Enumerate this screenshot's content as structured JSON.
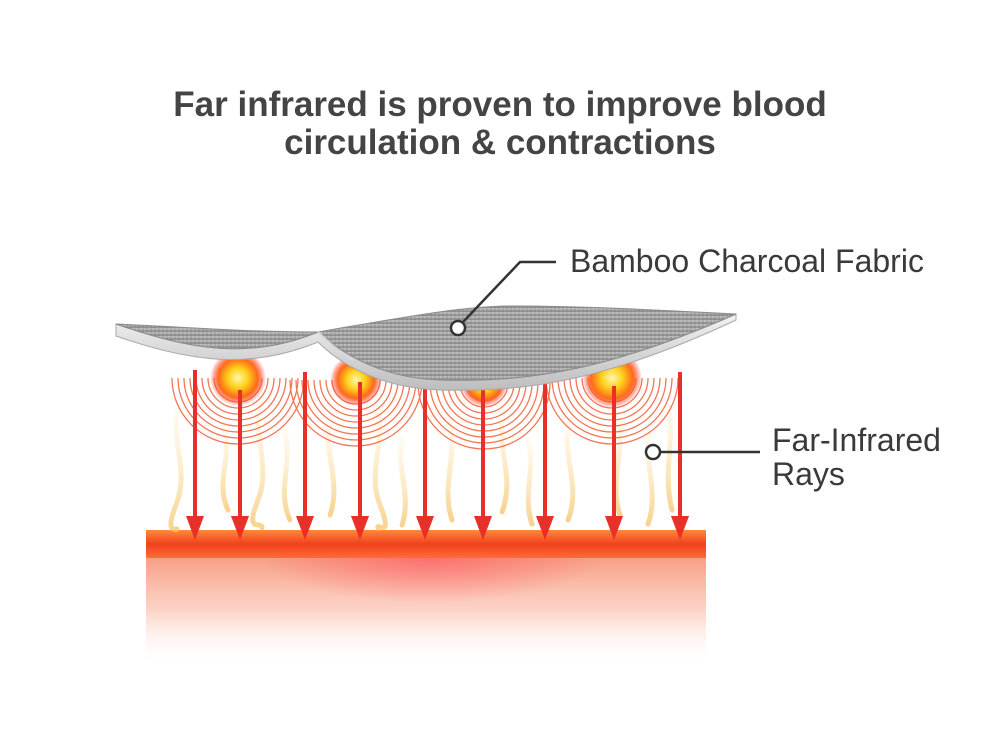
{
  "title": {
    "line1": "Far infrared is proven to improve blood",
    "line2": "circulation & contractions"
  },
  "labels": {
    "fabric": "Bamboo Charcoal Fabric",
    "rays_line1": "Far-Infrared",
    "rays_line2": "Rays"
  },
  "colors": {
    "text": "#444444",
    "arrow": "#e8302a",
    "skin_band": "#f05a2a",
    "glow": "#ffd21a",
    "fabric": "#9c9c9c",
    "callout_line": "#333333"
  }
}
